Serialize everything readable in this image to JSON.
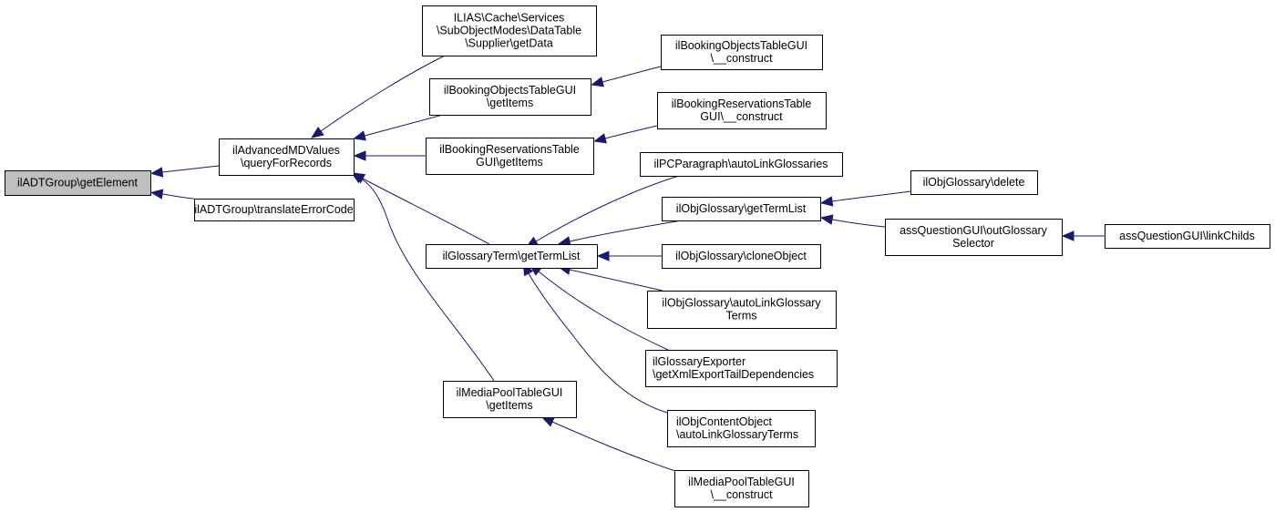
{
  "diagram": {
    "type": "call-graph",
    "edge_color": "#191970",
    "root_fill": "#bfbfbf",
    "nodes": [
      {
        "id": "getElement",
        "lines": [
          "ilADTGroup\\getElement"
        ],
        "root": true
      },
      {
        "id": "queryForRecords",
        "lines": [
          "ilAdvancedMDValues",
          "\\queryForRecords"
        ]
      },
      {
        "id": "translateErrorCode",
        "lines": [
          "ilADTGroup\\translateErrorCode"
        ]
      },
      {
        "id": "supplierGetData",
        "lines": [
          "ILIAS\\Cache\\Services",
          "\\SubObjectModes\\DataTable",
          "\\Supplier\\getData"
        ]
      },
      {
        "id": "bookingObjGetItems",
        "lines": [
          "ilBookingObjectsTableGUI",
          "\\getItems"
        ]
      },
      {
        "id": "bookingResGetItems",
        "lines": [
          "ilBookingReservationsTable",
          "GUI\\getItems"
        ]
      },
      {
        "id": "glossaryTermGetTermList",
        "lines": [
          "ilGlossaryTerm\\getTermList"
        ]
      },
      {
        "id": "mediaPoolGetItems",
        "lines": [
          "ilMediaPoolTableGUI",
          "\\getItems"
        ]
      },
      {
        "id": "bookingObjConstruct",
        "lines": [
          "ilBookingObjectsTableGUI",
          "\\__construct"
        ]
      },
      {
        "id": "bookingResConstruct",
        "lines": [
          "ilBookingReservationsTable",
          "GUI\\__construct"
        ]
      },
      {
        "id": "pcParagraphAutoLink",
        "lines": [
          "ilPCParagraph\\autoLinkGlossaries"
        ]
      },
      {
        "id": "objGlossaryGetTermList",
        "lines": [
          "ilObjGlossary\\getTermList"
        ]
      },
      {
        "id": "objGlossaryCloneObject",
        "lines": [
          "ilObjGlossary\\cloneObject"
        ]
      },
      {
        "id": "objGlossaryAutoLink",
        "lines": [
          "ilObjGlossary\\autoLinkGlossary",
          "Terms"
        ]
      },
      {
        "id": "glossaryExporter",
        "lines": [
          "ilGlossaryExporter",
          "\\getXmlExportTailDependencies"
        ]
      },
      {
        "id": "objContentObject",
        "lines": [
          "ilObjContentObject",
          "\\autoLinkGlossaryTerms"
        ]
      },
      {
        "id": "mediaPoolConstruct",
        "lines": [
          "ilMediaPoolTableGUI",
          "\\__construct"
        ]
      },
      {
        "id": "objGlossaryDelete",
        "lines": [
          "ilObjGlossary\\delete"
        ]
      },
      {
        "id": "outGlossarySelector",
        "lines": [
          "assQuestionGUI\\outGlossary",
          "Selector"
        ]
      },
      {
        "id": "linkChilds",
        "lines": [
          "assQuestionGUI\\linkChilds"
        ]
      }
    ],
    "edges": [
      {
        "from": "queryForRecords",
        "to": "getElement"
      },
      {
        "from": "translateErrorCode",
        "to": "getElement"
      },
      {
        "from": "supplierGetData",
        "to": "queryForRecords"
      },
      {
        "from": "bookingObjGetItems",
        "to": "queryForRecords"
      },
      {
        "from": "bookingResGetItems",
        "to": "queryForRecords"
      },
      {
        "from": "glossaryTermGetTermList",
        "to": "queryForRecords"
      },
      {
        "from": "mediaPoolGetItems",
        "to": "queryForRecords"
      },
      {
        "from": "bookingObjConstruct",
        "to": "bookingObjGetItems"
      },
      {
        "from": "bookingResConstruct",
        "to": "bookingResGetItems"
      },
      {
        "from": "pcParagraphAutoLink",
        "to": "glossaryTermGetTermList"
      },
      {
        "from": "objGlossaryGetTermList",
        "to": "glossaryTermGetTermList"
      },
      {
        "from": "objGlossaryCloneObject",
        "to": "glossaryTermGetTermList"
      },
      {
        "from": "objGlossaryAutoLink",
        "to": "glossaryTermGetTermList"
      },
      {
        "from": "glossaryExporter",
        "to": "glossaryTermGetTermList"
      },
      {
        "from": "objContentObject",
        "to": "glossaryTermGetTermList"
      },
      {
        "from": "mediaPoolConstruct",
        "to": "mediaPoolGetItems"
      },
      {
        "from": "objGlossaryDelete",
        "to": "objGlossaryGetTermList"
      },
      {
        "from": "outGlossarySelector",
        "to": "objGlossaryGetTermList"
      },
      {
        "from": "linkChilds",
        "to": "outGlossarySelector"
      }
    ]
  }
}
